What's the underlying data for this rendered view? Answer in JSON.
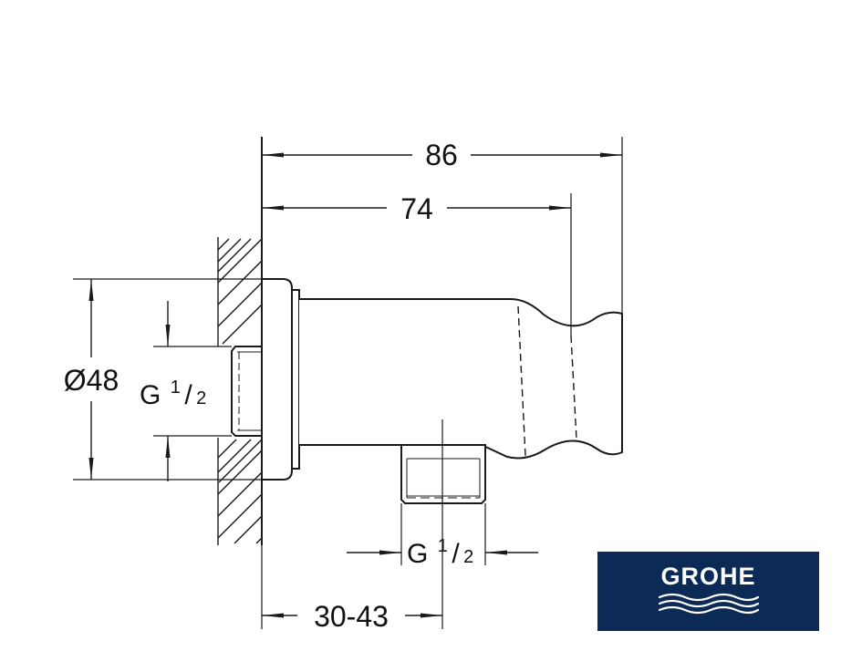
{
  "dimensions": {
    "overall_length": "86",
    "body_length": "74",
    "diameter": "Ø48",
    "wall_offset": "30-43"
  },
  "threads": {
    "wall_inlet": {
      "prefix": "G",
      "numerator": "1",
      "slash": "/",
      "denominator": "2"
    },
    "hose_outlet": {
      "prefix": "G",
      "numerator": "1",
      "slash": "/",
      "denominator": "2"
    }
  },
  "logo": {
    "brand_text": "GROHE",
    "background_color": "#0b2a55",
    "text_color": "#ffffff"
  },
  "colors": {
    "line": "#1a1a1a",
    "background": "#ffffff"
  }
}
